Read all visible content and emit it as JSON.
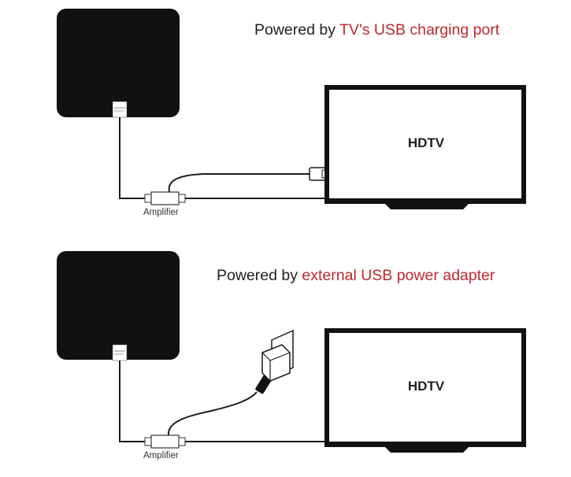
{
  "panels": [
    {
      "caption_prefix": "Powered by ",
      "caption_highlight": "TV's USB charging port",
      "tv_label": "HDTV",
      "amplifier_label": "Amplifier"
    },
    {
      "caption_prefix": "Powered by ",
      "caption_highlight": "external USB power adapter",
      "tv_label": "HDTV",
      "amplifier_label": "Amplifier"
    }
  ],
  "colors": {
    "caption_text": "#231f20",
    "highlight": "#c1272d",
    "antenna": "#111111",
    "line": "#1a1a1a"
  }
}
